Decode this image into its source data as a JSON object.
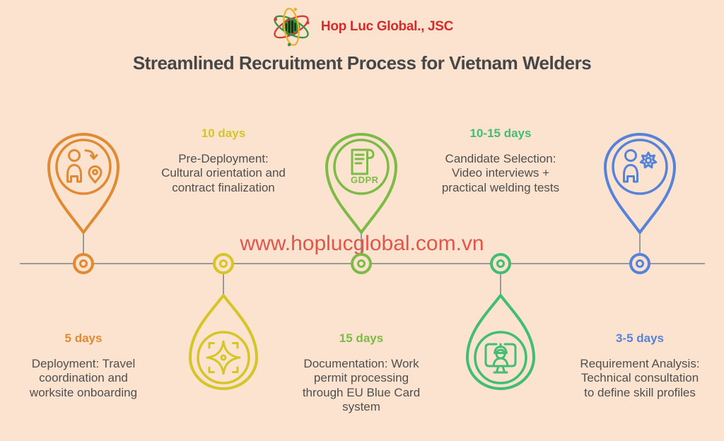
{
  "brand": {
    "name": "Hop Luc Global., JSC"
  },
  "title": "Streamlined Recruitment Process for Vietnam Welders",
  "watermark": "www.hoplucglobal.com.vn",
  "colors": {
    "background": "#fce3d0",
    "title_text": "#474747",
    "body_text": "#4f4f4f",
    "brand_red": "#d62b2b",
    "watermark_red": "#e25549",
    "timeline_gray": "#9a9a9a",
    "orange": "#e08a33",
    "yellow": "#d5c527",
    "light_green": "#7dbb47",
    "emerald": "#41bd74",
    "blue": "#5583da"
  },
  "steps": [
    {
      "days": "5 days",
      "description": "Deployment: Travel\ncoordination and\nworksite onboarding",
      "color": "#e08a33",
      "icon": "person-transfer-icon",
      "marker": "pin-above-timeline",
      "text_position": "below"
    },
    {
      "days": "10 days",
      "description": "Pre-Deployment:\nCultural orientation and\ncontract finalization",
      "color": "#d5c527",
      "icon": "compass-star-icon",
      "marker": "teardrop-below-timeline",
      "text_position": "above"
    },
    {
      "days": "15 days",
      "description": "Documentation: Work\npermit processing\nthrough EU Blue Card\nsystem",
      "color": "#7dbb47",
      "icon": "gdpr-document-icon",
      "marker": "pin-above-timeline",
      "text_position": "below"
    },
    {
      "days": "10-15 days",
      "description": "Candidate Selection:\nVideo interviews +\npractical welding tests",
      "color": "#41bd74",
      "icon": "video-interview-icon",
      "marker": "teardrop-below-timeline",
      "text_position": "above"
    },
    {
      "days": "3-5 days",
      "description": "Requirement Analysis:\nTechnical consultation\nto define skill profiles",
      "color": "#5583da",
      "icon": "person-gear-icon",
      "marker": "pin-above-timeline",
      "text_position": "below"
    }
  ]
}
